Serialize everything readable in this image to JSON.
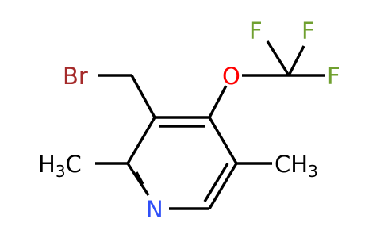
{
  "molecule": {
    "atoms": {
      "br": "Br",
      "o": "O",
      "f_left": "F",
      "f_middle": "F",
      "f_right": "F",
      "n": "N",
      "methyl_left_h": "H",
      "methyl_left_digit": "3",
      "methyl_left_c": "C",
      "methyl_right_c": "CH",
      "methyl_right_digit": "3"
    }
  },
  "colors": {
    "carbon_bond": "#000000",
    "bromine": "#A52A2A",
    "oxygen": "#FF0000",
    "fluorine": "#70A030",
    "nitrogen": "#3050F8",
    "carbon_label": "#000000"
  }
}
